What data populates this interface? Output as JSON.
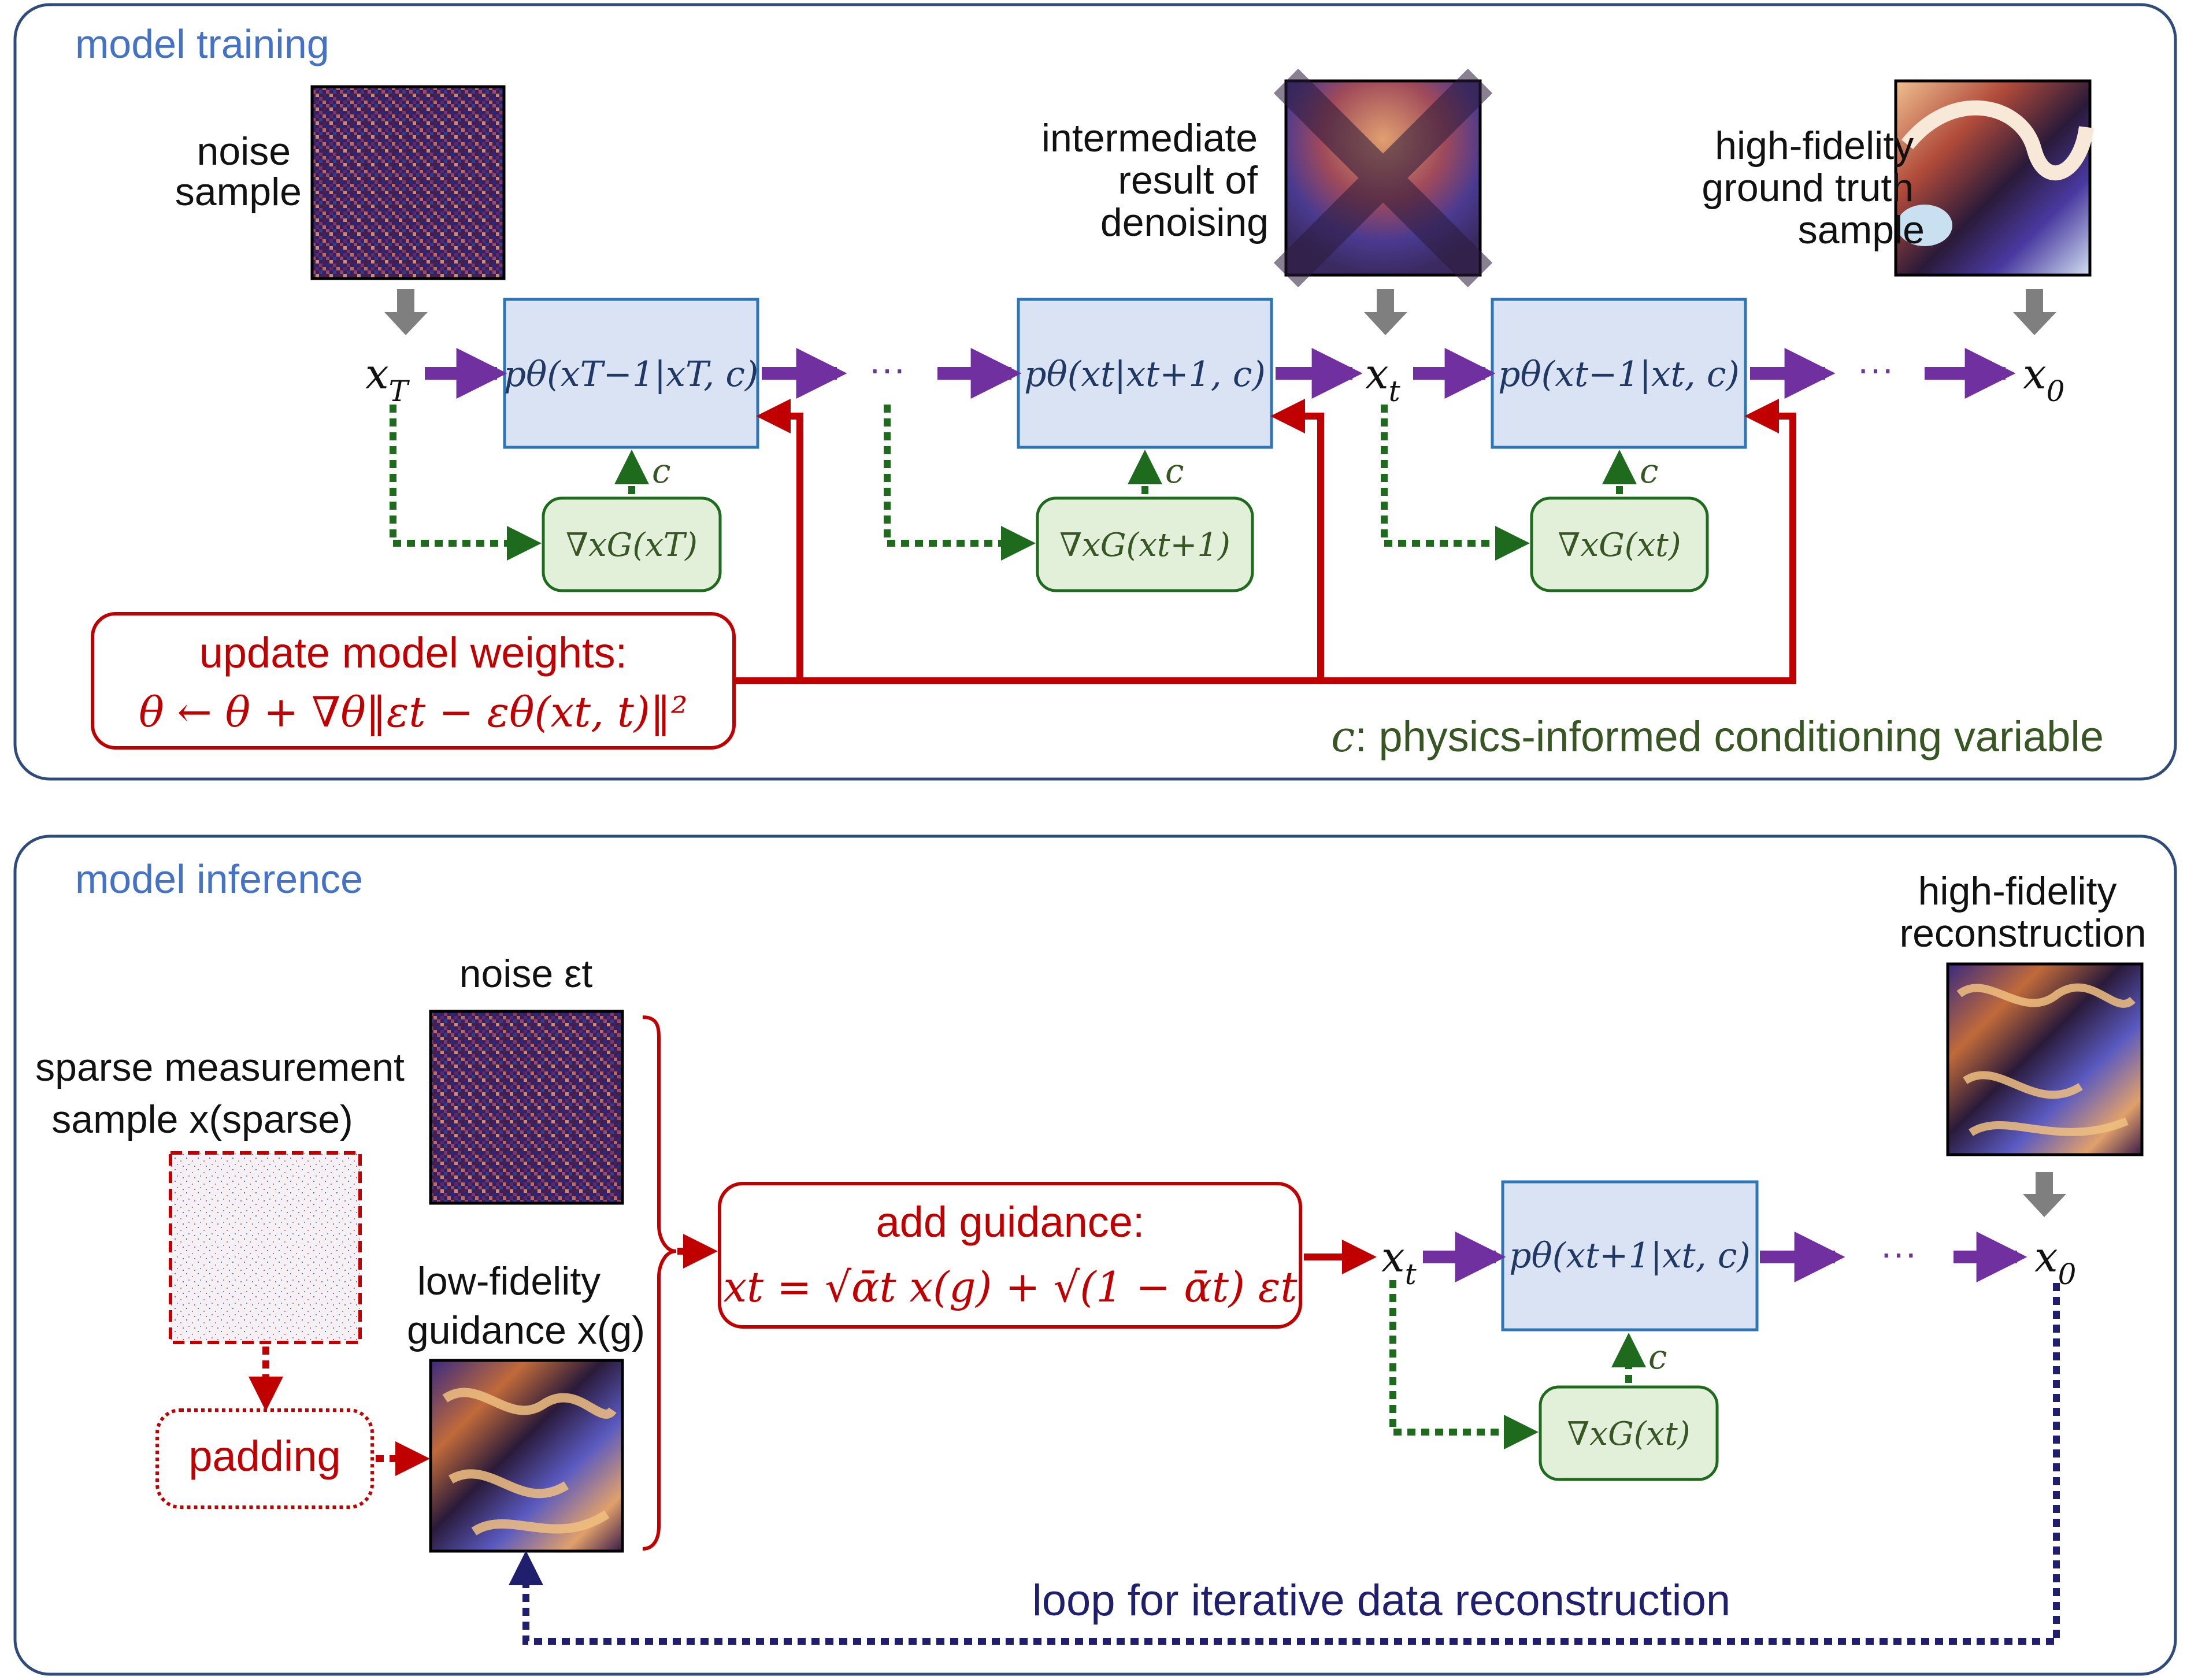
{
  "training": {
    "title": "model training",
    "noise_label_1": "noise",
    "noise_label_2": "sample",
    "intermediate_label_1": "intermediate",
    "intermediate_label_2": "result of",
    "intermediate_label_3": "denoising",
    "gt_label_1": "high-fidelity",
    "gt_label_2": "ground truth",
    "gt_label_3": "sample",
    "x_T": "x",
    "x_T_sub": "T",
    "x_t": "x",
    "x_t_sub": "t",
    "x_0": "x",
    "x_0_sub": "0",
    "box1": "pθ(xT−1|xT, c)",
    "box2": "pθ(xt|xt+1, c)",
    "box3": "pθ(xt−1|xt, c)",
    "grad1": "∇xG(xT)",
    "grad2": "∇xG(xt+1)",
    "grad3": "∇xG(xt)",
    "c_label": "c",
    "dots": "···",
    "update_line1": "update model weights:",
    "update_line2": "θ ← θ + ∇θ‖εt − εθ(xt, t)‖²",
    "cond_var": "c",
    "cond_text": ": physics-informed conditioning variable"
  },
  "inference": {
    "title": "model inference",
    "noise_label": "noise εt",
    "sparse_label_1": "sparse measurement",
    "sparse_label_2": "sample x(sparse)",
    "padding": "padding",
    "lowfi_label_1": "low-fidelity",
    "lowfi_label_2": "guidance x(g)",
    "guidance_line1": "add guidance:",
    "guidance_line2": "xt = √ᾱt x(g) + √(1 − ᾱt) εt",
    "x_t": "x",
    "x_t_sub": "t",
    "x_0": "x",
    "x_0_sub": "0",
    "box": "pθ(xt+1|xt, c)",
    "grad": "∇xG(xt)",
    "c_label": "c",
    "dots": "···",
    "recon_label_1": "high-fidelity",
    "recon_label_2": "reconstruction",
    "loop_label": "loop for iterative data reconstruction"
  },
  "colors": {
    "panel_border": "#2f4b7c",
    "title_blue": "#4472c4",
    "purple_arrow": "#7030a0",
    "green": "#1e6b1e",
    "red": "#c00000",
    "navy": "#1f1f6e",
    "box_fill": "#dae3f3",
    "box_border": "#2e75b6",
    "green_fill": "#e2f0d9",
    "gray_arrow": "#7f7f7f"
  }
}
